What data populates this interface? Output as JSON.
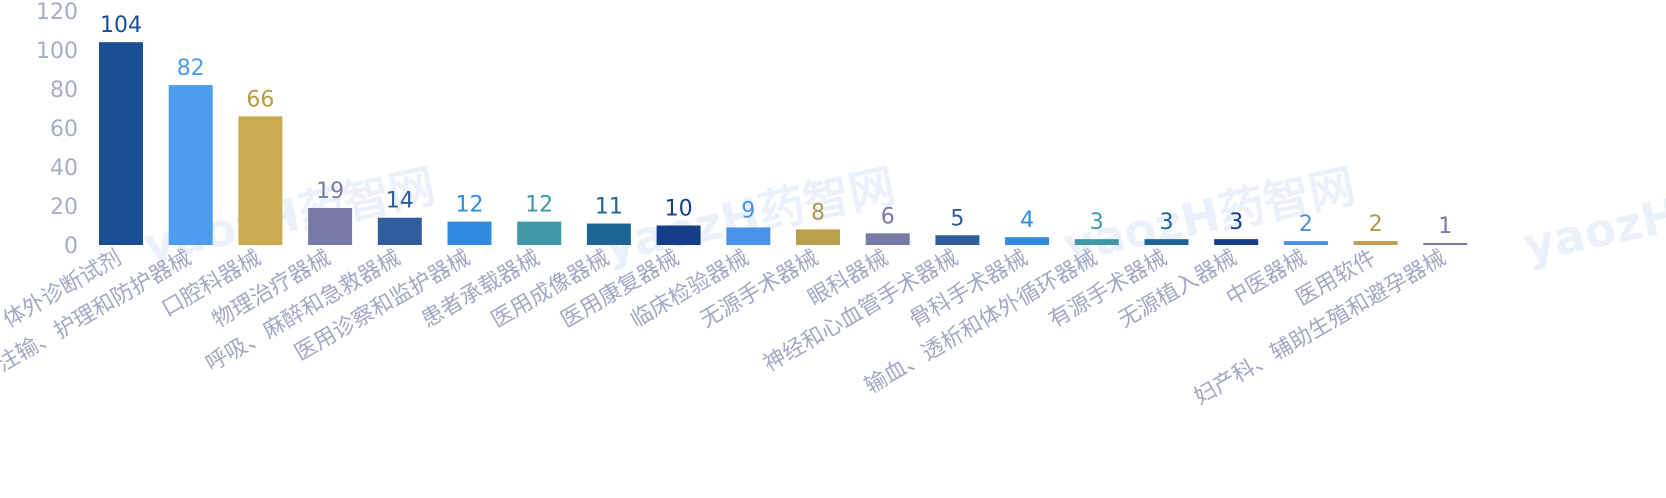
{
  "chart_data": {
    "type": "bar",
    "categories": [
      "体外诊断试剂",
      "注输、护理和防护器械",
      "口腔科器械",
      "物理治疗器械",
      "呼吸、麻醉和急救器械",
      "医用诊察和监护器械",
      "患者承载器械",
      "医用成像器械",
      "医用康复器械",
      "临床检验器械",
      "无源手术器械",
      "眼科器械",
      "神经和心血管手术器械",
      "骨科手术器械",
      "输血、透析和体外循环器械",
      "有源手术器械",
      "无源植入器械",
      "中医器械",
      "医用软件",
      "妇产科、辅助生殖和避孕器械"
    ],
    "values": [
      104,
      82,
      66,
      19,
      14,
      12,
      12,
      11,
      10,
      9,
      8,
      6,
      5,
      4,
      3,
      3,
      3,
      2,
      2,
      1
    ],
    "ylim": [
      0,
      120
    ],
    "yticks": [
      "0",
      "20",
      "40",
      "60",
      "80",
      "100",
      "120"
    ],
    "grid": false,
    "legend": "none",
    "colors": [
      "#1a4f93",
      "#4c9cf0",
      "#c8ac4f",
      "#767aa5",
      "#2f5d9e",
      "#2f8be0",
      "#3f98a6",
      "#1d6595",
      "#153d8a",
      "#4a91e8",
      "#b9a14c",
      "#767aa5",
      "#2f5d9e",
      "#2f8be0",
      "#3f98a6",
      "#1d6595",
      "#153d8a",
      "#4a91e8",
      "#b9a14c",
      "#767aa5"
    ],
    "label_colors": [
      "#1a4f93",
      "#4c9cf0",
      "#b89b45",
      "#767aa5",
      "#2f5d9e",
      "#2f8be0",
      "#3f98a6",
      "#1d6595",
      "#153d8a",
      "#4a91e8",
      "#b09a4a",
      "#767aa5",
      "#2f5d9e",
      "#2f8be0",
      "#3f98a6",
      "#1d6595",
      "#153d8a",
      "#4a91e8",
      "#b09a4a",
      "#767aa5"
    ]
  },
  "watermark": {
    "text": "yaozH药智网"
  }
}
